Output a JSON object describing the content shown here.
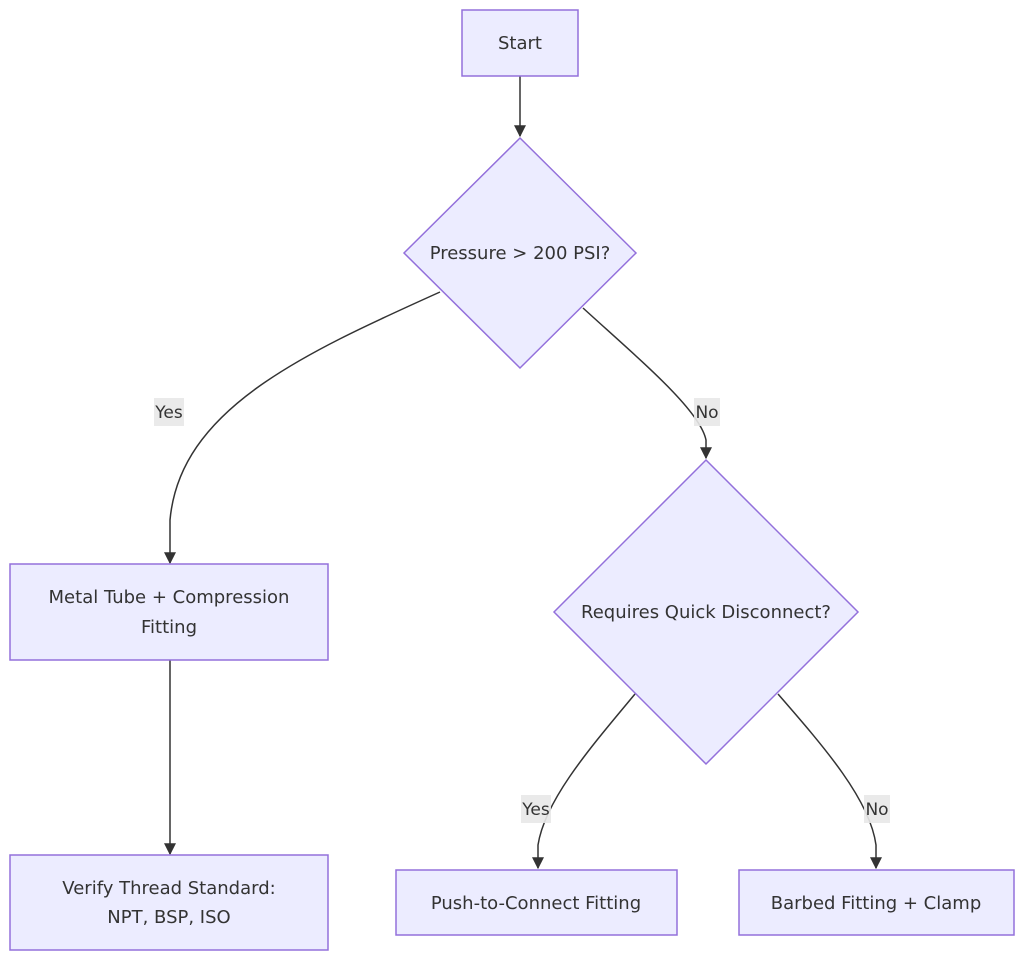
{
  "nodes": {
    "start": "Start",
    "pressure_decision": "Pressure > 200 PSI?",
    "metal_tube_line1": "Metal Tube + Compression",
    "metal_tube_line2": "Fitting",
    "verify_thread_line1": "Verify Thread Standard:",
    "verify_thread_line2": "NPT, BSP, ISO",
    "quick_disconnect_decision": "Requires Quick Disconnect?",
    "push_to_connect": "Push-to-Connect Fitting",
    "barbed_fitting": "Barbed Fitting + Clamp"
  },
  "edges": {
    "pressure_yes": "Yes",
    "pressure_no": "No",
    "quick_yes": "Yes",
    "quick_no": "No"
  },
  "colors": {
    "node_fill": "#ECECFF",
    "node_stroke": "#9370DB",
    "edge_stroke": "#333333",
    "edge_label_bg": "#E8E8E8"
  }
}
